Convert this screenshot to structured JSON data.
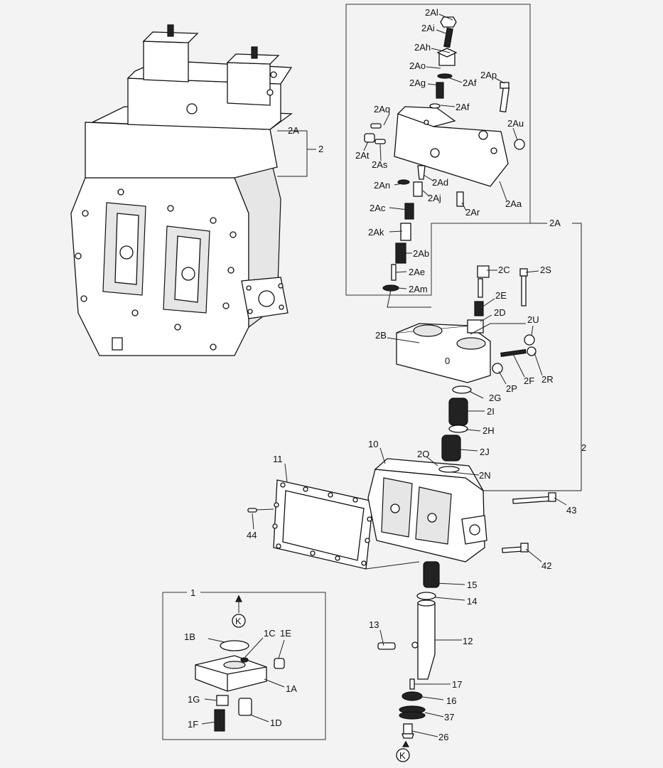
{
  "labels": {
    "l2Al": "2Al",
    "l2Ai": "2Ai",
    "l2Ah": "2Ah",
    "l2Ao": "2Ao",
    "l2Ag": "2Ag",
    "l2Af1": "2Af",
    "l2Ap": "2Ap",
    "l2Af2": "2Af",
    "l2Aq": "2Aq",
    "l2Au": "2Au",
    "l2At": "2At",
    "l2As": "2As",
    "l2Ad": "2Ad",
    "l2An": "2An",
    "l2Aj": "2Aj",
    "l2Aa": "2Aa",
    "l2Ac": "2Ac",
    "l2Ar": "2Ar",
    "l2Ak": "2Ak",
    "l2Ab": "2Ab",
    "l2Ae": "2Ae",
    "l2Am": "2Am",
    "l2A_top": "2A",
    "l2_top": "2",
    "l2A_mid": "2A",
    "l2C": "2C",
    "l2S": "2S",
    "l2E": "2E",
    "l2D": "2D",
    "l2U": "2U",
    "l2B": "2B",
    "l2F": "2F",
    "l2R": "2R",
    "l2P": "2P",
    "l2G": "2G",
    "l2I": "2I",
    "l2H": "2H",
    "l2J": "2J",
    "l2_mid": "2",
    "l10": "10",
    "l2O": "2O",
    "l2N": "2N",
    "l11": "11",
    "l43": "43",
    "l44": "44",
    "l42": "42",
    "l15": "15",
    "l14": "14",
    "l1": "1",
    "l13": "13",
    "l12": "12",
    "l1B": "1B",
    "l1C": "1C",
    "l1E": "1E",
    "l1A": "1A",
    "l1G": "1G",
    "l17": "17",
    "l16": "16",
    "l1F": "1F",
    "l1D": "1D",
    "l37": "37",
    "l26": "26",
    "lK1": "K",
    "lK2": "K"
  },
  "colors": {
    "background": "#f3f3f3",
    "ink": "#111111",
    "fill": "#ffffff",
    "shade": "#e6e6e6"
  }
}
